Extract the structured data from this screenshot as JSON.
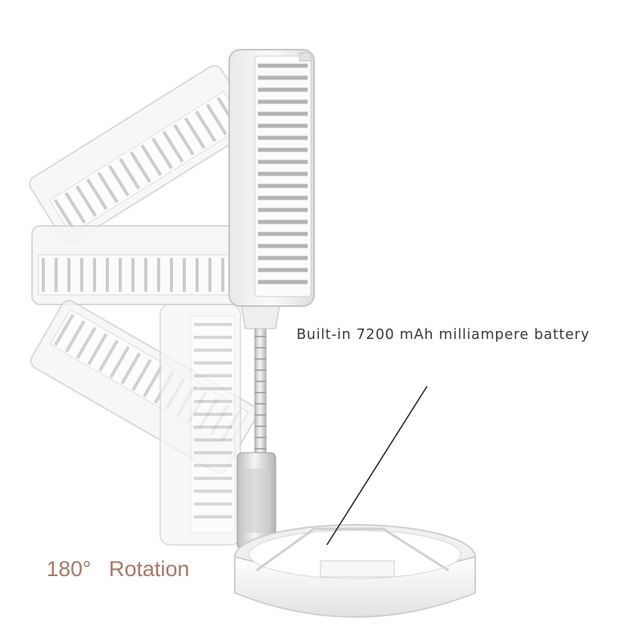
{
  "annotations": {
    "battery_caption": "Built-in 7200 mAh milliampere battery",
    "rotation_degrees": "180°",
    "rotation_label": "Rotation"
  },
  "colors": {
    "fan_body": "#f4f4f4",
    "fan_edge": "#cfcfcf",
    "pole": "#d8d8d8",
    "rotation_text": "#a87868",
    "caption_text": "#3a3a3a"
  }
}
